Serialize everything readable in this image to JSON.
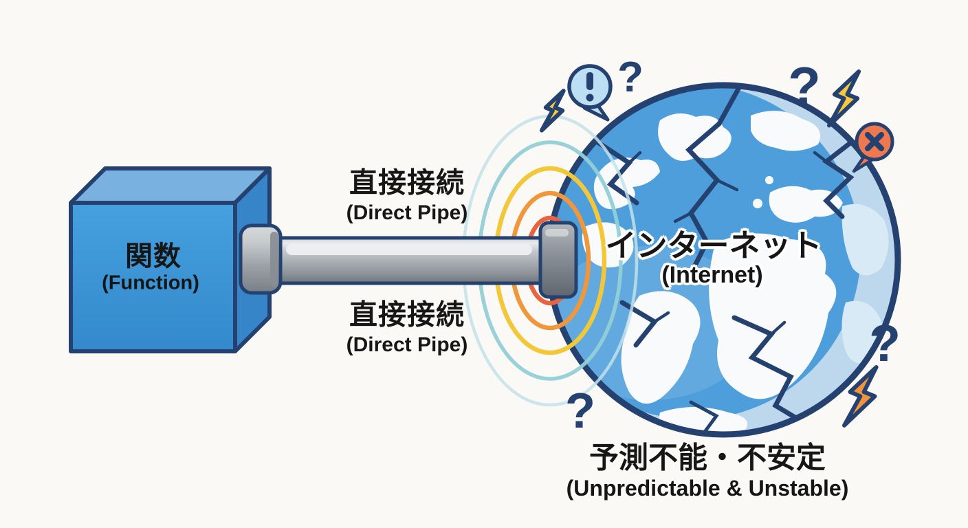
{
  "diagram_title": "Function to Internet direct pipe diagram",
  "function_box": {
    "title": "関数",
    "subtitle": "(Function)"
  },
  "pipe": {
    "top_label": {
      "title": "直接接続",
      "subtitle": "(Direct Pipe)"
    },
    "bottom_label": {
      "title": "直接接続",
      "subtitle": "(Direct Pipe)"
    }
  },
  "globe": {
    "title": "インターネット",
    "subtitle": "(Internet)"
  },
  "caption": {
    "title": "予測不能・不安定",
    "subtitle": "(Unpredictable & Unstable)"
  },
  "icons": {
    "question_mark": "?",
    "exclamation_mark": "!",
    "x_mark": "×",
    "lightning_bolt": "lightning",
    "signal_rings": "signal-waves"
  },
  "colors": {
    "background": "#FAF9F6",
    "outline_navy": "#24416F",
    "cube_front": "#3E97D7",
    "cube_top": "#79B2E0",
    "cube_right": "#3585C8",
    "globe_ocean": "#4D9EDB",
    "globe_shade": "#BDD8ED",
    "continent_white": "#F8FAFC",
    "ring_red": "#E8633E",
    "ring_orange": "#F0973C",
    "ring_yellow": "#F3C73A",
    "ring_teal": "#93CFD6",
    "bolt_yellow": "#F7C93F",
    "bolt_orange": "#F2943C",
    "error_bubble": "#EE7950",
    "alert_bubble": "#BDDFF3",
    "pipe_gray": "#A7ACB1"
  }
}
